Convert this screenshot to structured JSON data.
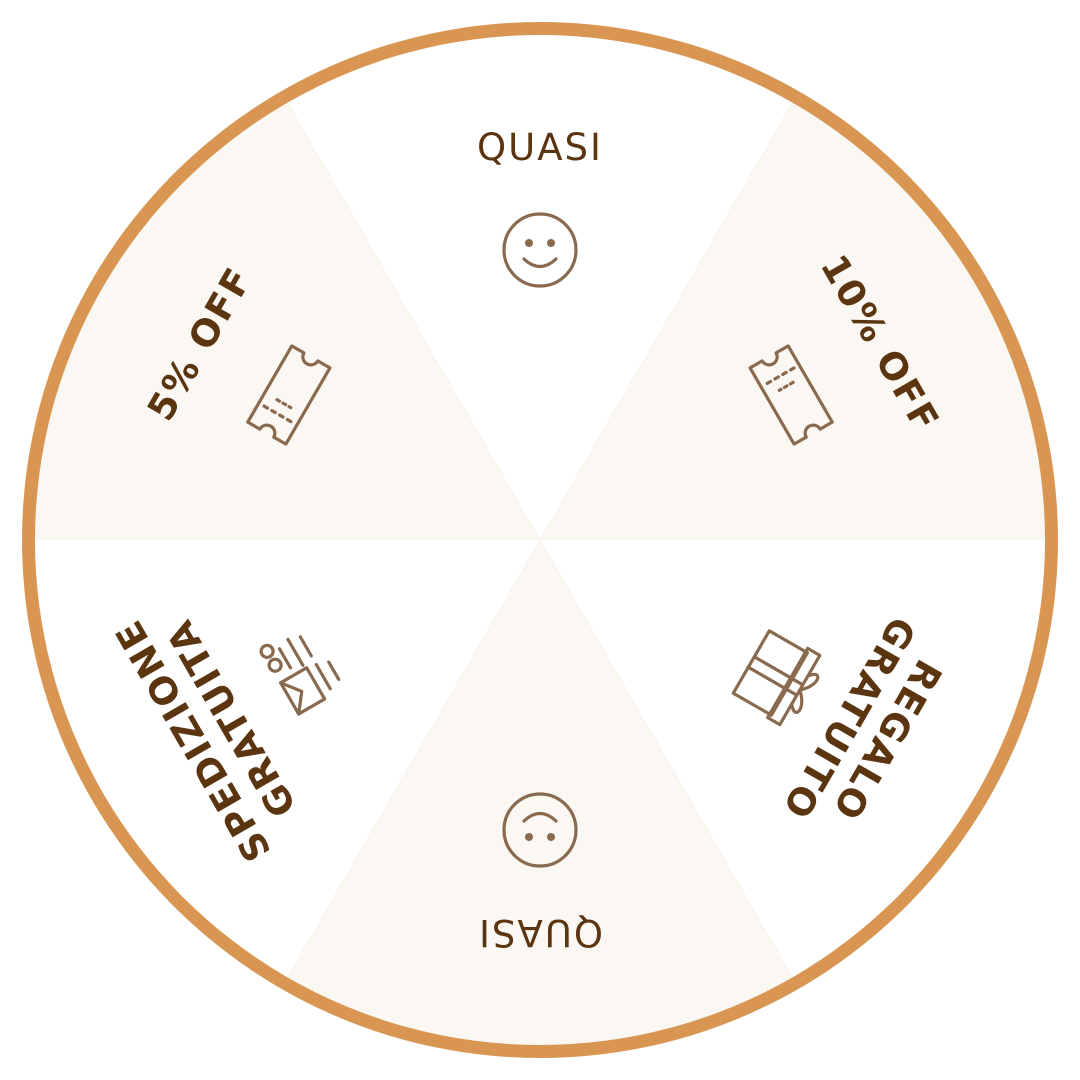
{
  "wheel": {
    "rim_color": "#d99652",
    "segment_colors": [
      "#ffffff",
      "#fbf8f3"
    ],
    "segments": [
      {
        "lines": [
          "QUASI"
        ],
        "icon": "smiley-icon",
        "weight": "normal"
      },
      {
        "lines": [
          "10% OFF"
        ],
        "icon": "ticket-icon",
        "weight": "bold"
      },
      {
        "lines": [
          "REGALO",
          "GRATUITO"
        ],
        "icon": "gift-icon",
        "weight": "bold"
      },
      {
        "lines": [
          "QUASI"
        ],
        "icon": "smiley-icon",
        "weight": "normal"
      },
      {
        "lines": [
          "SPEDIZIONE",
          "GRATUITA"
        ],
        "icon": "shipping-icon",
        "weight": "bold"
      },
      {
        "lines": [
          "5% OFF"
        ],
        "icon": "ticket-icon",
        "weight": "bold"
      }
    ]
  }
}
